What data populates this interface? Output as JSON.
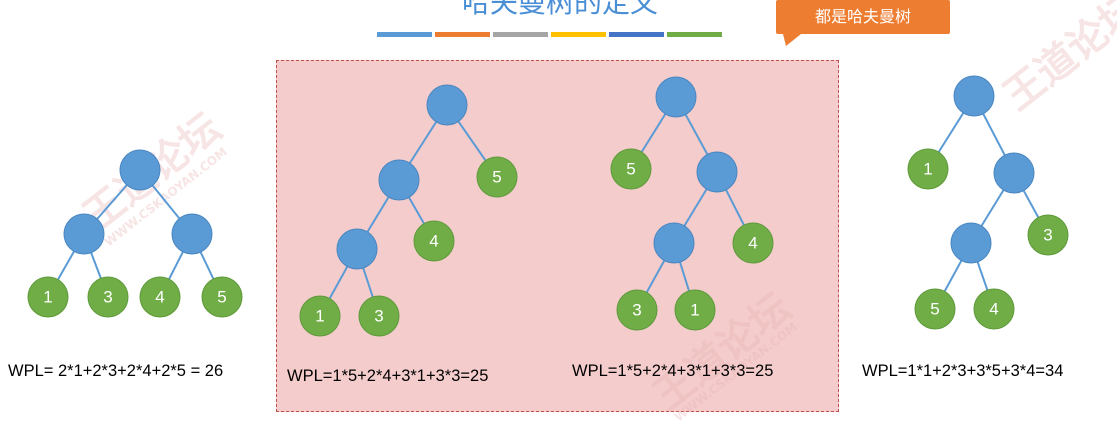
{
  "title": "哈夫曼树的定义",
  "callout": "都是哈夫曼树",
  "colorbar": [
    "#5b9bd5",
    "#ed7d31",
    "#a5a5a5",
    "#ffc000",
    "#4472c4",
    "#70ad47"
  ],
  "colors": {
    "internal": "#5b9bd5",
    "leaf": "#70ad47",
    "edge": "#5b9bd5",
    "highlight": "#f4cccc"
  },
  "watermark": {
    "brand": "王道论坛",
    "site": "WWW.CSKAOYAN.COM"
  },
  "trees": [
    {
      "leaves": [
        "1",
        "3",
        "4",
        "5"
      ],
      "wpl": "WPL= 2*1+2*3+2*4+2*5 = 26"
    },
    {
      "leaves": [
        "5",
        "4",
        "1",
        "3"
      ],
      "wpl": "WPL=1*5+2*4+3*1+3*3=25"
    },
    {
      "leaves": [
        "5",
        "4",
        "3",
        "1"
      ],
      "wpl": "WPL=1*5+2*4+3*1+3*3=25"
    },
    {
      "leaves": [
        "1",
        "3",
        "5",
        "4"
      ],
      "wpl": "WPL=1*1+2*3+3*5+3*4=34"
    }
  ]
}
